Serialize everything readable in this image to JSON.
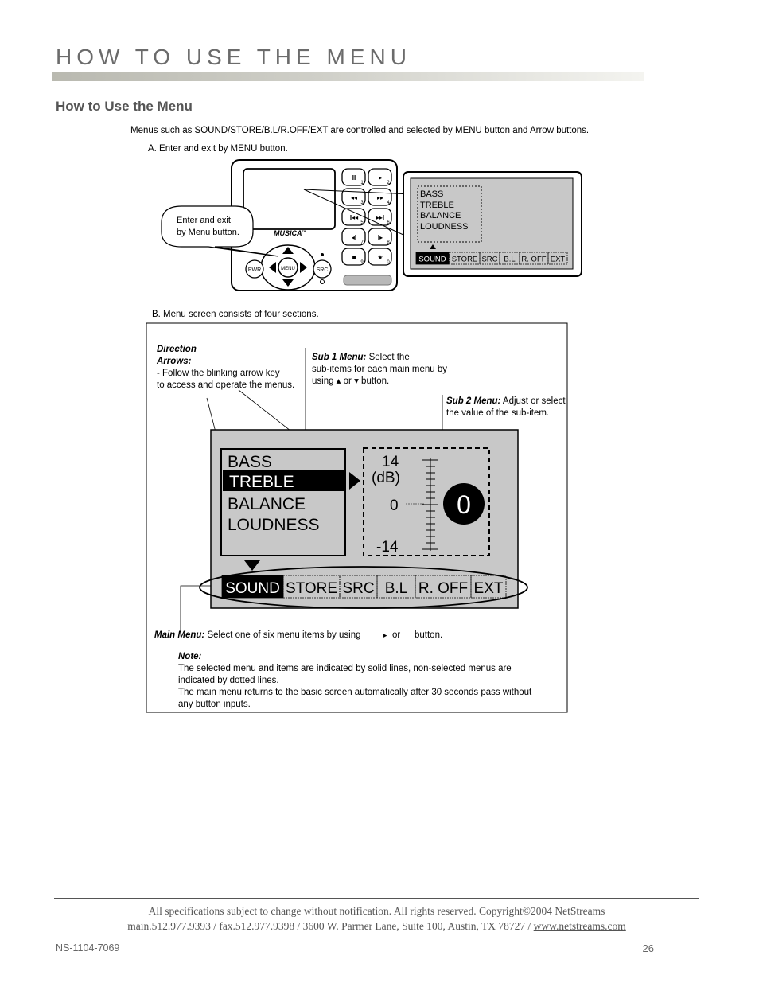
{
  "header": {
    "title": "HOW TO USE THE MENU",
    "section_heading": "How to Use the Menu"
  },
  "figure": {
    "intro": "Menus such as SOUND/STORE/B.L/R.OFF/EXT are controlled and selected by MENU button and Arrow buttons.",
    "part_a": {
      "caption": "A. Enter and exit by MENU button.",
      "callout_lines": [
        "Enter and exit",
        "by Menu button."
      ],
      "brand": "MUSICA",
      "brand_tm": "™",
      "keypad": [
        {
          "glyph": "II",
          "num": "1"
        },
        {
          "glyph": "▸",
          "num": "2"
        },
        {
          "glyph": "◂◂",
          "num": "3"
        },
        {
          "glyph": "▸▸",
          "num": "4"
        },
        {
          "glyph": "I◂◂",
          "num": "5"
        },
        {
          "glyph": "▸▸I",
          "num": "6"
        },
        {
          "glyph": "◂I",
          "num": "7"
        },
        {
          "glyph": "I▸",
          "num": "8"
        },
        {
          "glyph": "■",
          "num": "9"
        },
        {
          "glyph": "★",
          "num": "0"
        }
      ],
      "buttons": {
        "power": "PWR",
        "menu": "MENU",
        "source": "SRC"
      },
      "screen_sub_items": [
        "BASS",
        "TREBLE",
        "BALANCE",
        "LOUDNESS"
      ],
      "screen_main_menu": [
        "SOUND",
        "STORE",
        "SRC",
        "B.L",
        "R. OFF",
        "EXT"
      ]
    },
    "part_b": {
      "caption": "B. Menu screen consists of four sections.",
      "direction_arrows": {
        "title_1": "Direction",
        "title_2": "Arrows:",
        "line_1": "- Follow the blinking arrow key",
        "line_2": "to access and operate the menus."
      },
      "sub1": {
        "title": "Sub 1 Menu:",
        "line_1": " Select the",
        "line_2": "sub-items for each main menu by",
        "line_3": "using ▴ or ▾ button."
      },
      "sub2": {
        "title": "Sub 2 Menu:",
        "line_1": " Adjust or select",
        "line_2": "the value of the sub-item."
      },
      "screen": {
        "sub_items": [
          "BASS",
          "TREBLE",
          "BALANCE",
          "LOUDNESS"
        ],
        "selected_sub_item": "TREBLE",
        "scale_top": "14",
        "scale_unit": "(dB)",
        "scale_mid": "0",
        "scale_bottom": "-14",
        "current_value": "0",
        "main_menu": [
          "SOUND",
          "STORE",
          "SRC",
          "B.L",
          "R. OFF",
          "EXT"
        ],
        "selected_main_menu": "SOUND"
      },
      "main_menu_note": {
        "title": "Main Menu:",
        "text_1": " Select one of six menu items by using",
        "arrow": "▸",
        "text_2": "or",
        "text_3": "button."
      },
      "note": {
        "title": "Note:",
        "lines": [
          "The selected menu and items are indicated by solid lines, non-selected menus are",
          "indicated by dotted lines.",
          "The main menu returns to the basic screen automatically after 30 seconds pass without",
          "any button inputs."
        ]
      }
    }
  },
  "footer": {
    "line_1": "All specifications subject to change without notification.  All rights reserved.  Copyright©2004 NetStreams",
    "line_2_prefix": "main.512.977.9393 / fax.512.977.9398 / 3600 W. Parmer Lane, Suite 100, Austin, TX 78727 / ",
    "link": "www.netstreams.com",
    "doc_number": "NS-1104-7069",
    "page_number": "26"
  }
}
